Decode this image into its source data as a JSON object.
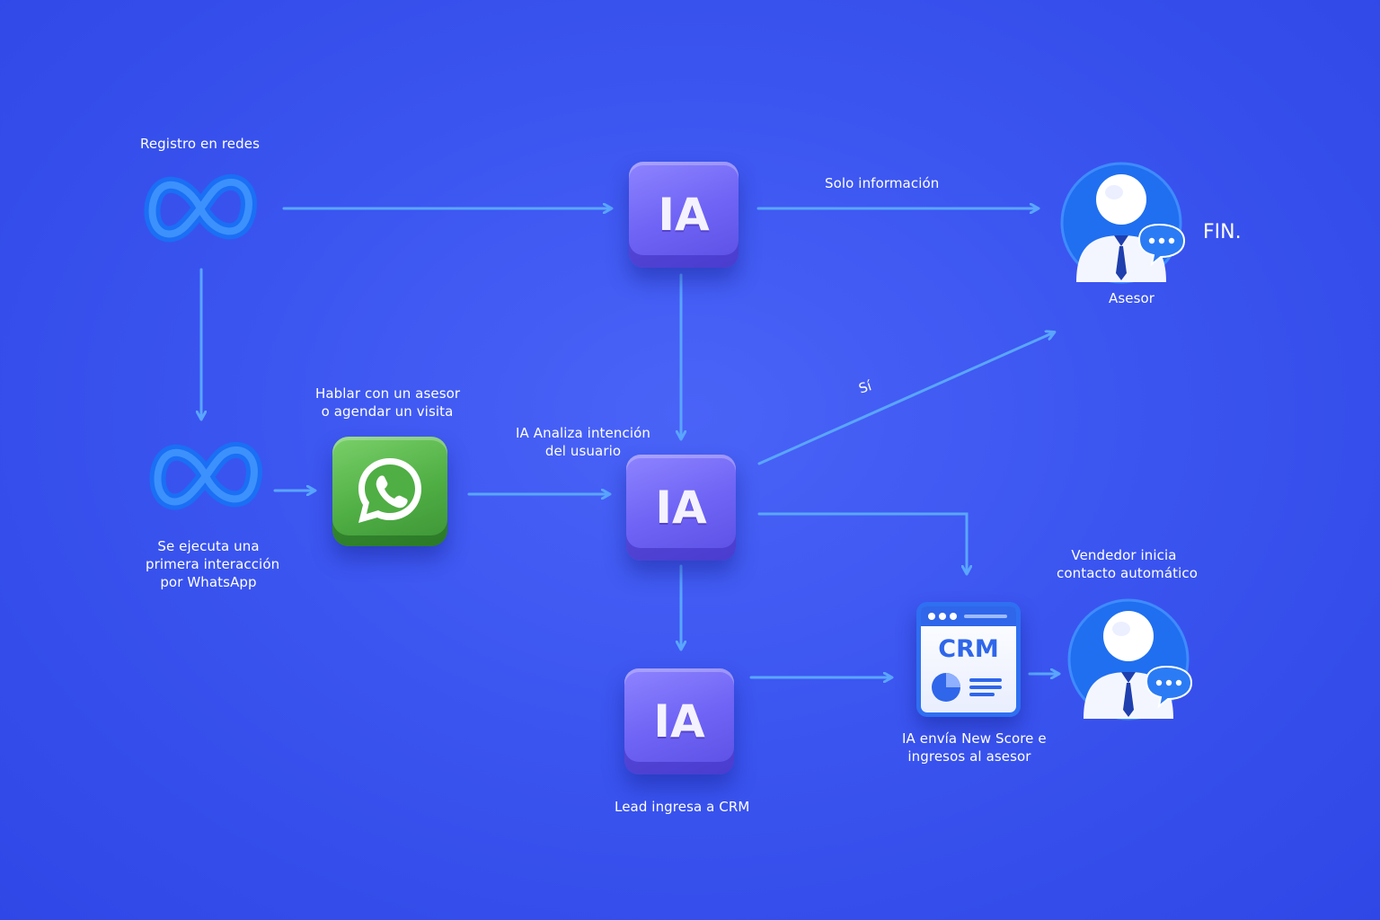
{
  "colors": {
    "background": "#3b55f0",
    "arrow": "#5aa6ff",
    "ia_box": "#6f64f5",
    "whatsapp": "#4fae44",
    "meta_logo": "#1f7cff",
    "crm_accent": "#2f66ea"
  },
  "icons": {
    "meta": "infinity-logo-icon",
    "whatsapp": "whatsapp-icon",
    "ia": "ia-cube-icon",
    "advisor": "advisor-person-icon",
    "chat": "chat-bubble-icon",
    "crm": "crm-window-icon"
  },
  "nodes": {
    "registro": {
      "label": "Registro en redes"
    },
    "primera_interaccion": {
      "label_lines": [
        "Se ejecuta una",
        "primera interacción",
        "por WhatsApp"
      ]
    },
    "whatsapp": {
      "label_lines": [
        "Hablar con un asesor",
        "o agendar un visita"
      ]
    },
    "ia_top": {
      "text": "IA"
    },
    "ia_mid": {
      "text": "IA",
      "label_lines": [
        "IA Analiza intención",
        "del usuario"
      ]
    },
    "ia_bottom": {
      "text": "IA",
      "label": "Lead ingresa a CRM"
    },
    "asesor": {
      "label": "Asesor",
      "end_label": "FIN."
    },
    "crm": {
      "text": "CRM",
      "label_lines": [
        "IA envía New Score e",
        "ingresos al asesor"
      ]
    },
    "vendedor": {
      "label_lines": [
        "Vendedor inicia",
        "contacto automático"
      ]
    }
  },
  "edges": {
    "solo_informacion": "Solo información",
    "si": "Sí"
  }
}
